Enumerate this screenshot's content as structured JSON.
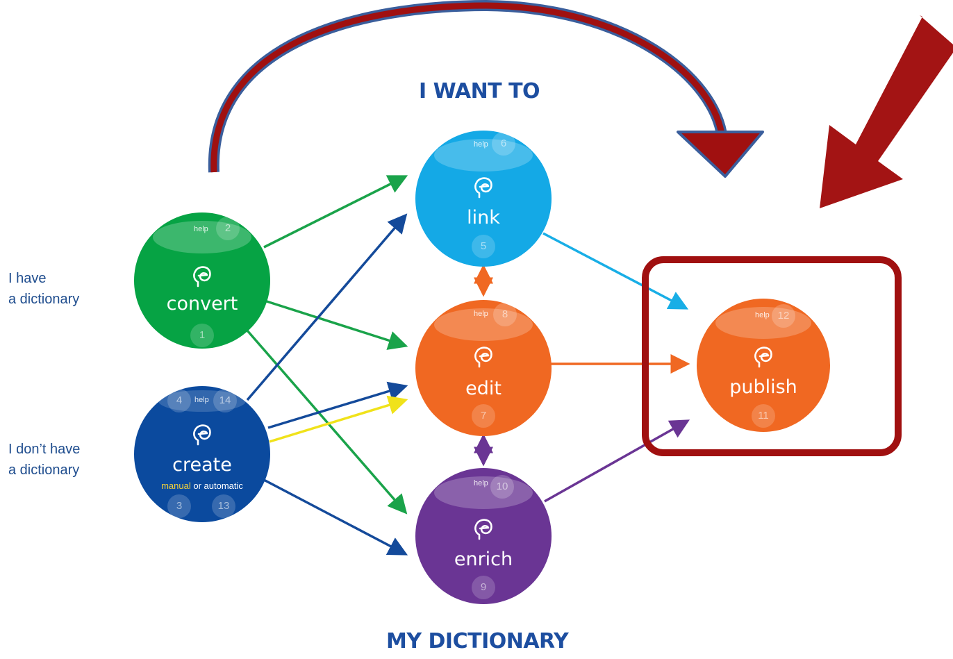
{
  "headings": {
    "top": "I WANT TO",
    "bottom": "MY DICTIONARY"
  },
  "side_labels": {
    "have": [
      "I have",
      "a dictionary"
    ],
    "dont_have": [
      "I don’t have",
      "a dictionary"
    ]
  },
  "nodes": {
    "convert": {
      "label": "convert",
      "help": "help",
      "help_num": "2",
      "num": "1",
      "color": "#06a344"
    },
    "create": {
      "label": "create",
      "sub_manual": "manual",
      "sub_rest": " or automatic",
      "help": "help",
      "help_num_left": "4",
      "help_num_right": "14",
      "num_left": "3",
      "num_right": "13",
      "color": "#0b4a9e"
    },
    "link": {
      "label": "link",
      "help": "help",
      "help_num": "6",
      "num": "5",
      "color": "#14a9e6"
    },
    "edit": {
      "label": "edit",
      "help": "help",
      "help_num": "8",
      "num": "7",
      "color": "#f06822"
    },
    "enrich": {
      "label": "enrich",
      "help": "help",
      "help_num": "10",
      "num": "9",
      "color": "#6a3594"
    },
    "publish": {
      "label": "publish",
      "help": "help",
      "help_num": "12",
      "num": "11",
      "color": "#f06822"
    }
  },
  "colors": {
    "heading": "#1d4ea0",
    "highlight_box": "#a01010",
    "curved_arrow_fill": "#a01010",
    "curved_arrow_outline": "#3a5e9c",
    "arrow_green": "#1aa34a",
    "arrow_blue": "#144a9a",
    "arrow_yellow": "#f0e21a",
    "arrow_cyan": "#18aee6",
    "arrow_orange": "#f06822",
    "arrow_purple": "#6a3594"
  },
  "icons": [
    "e-head-icon"
  ]
}
